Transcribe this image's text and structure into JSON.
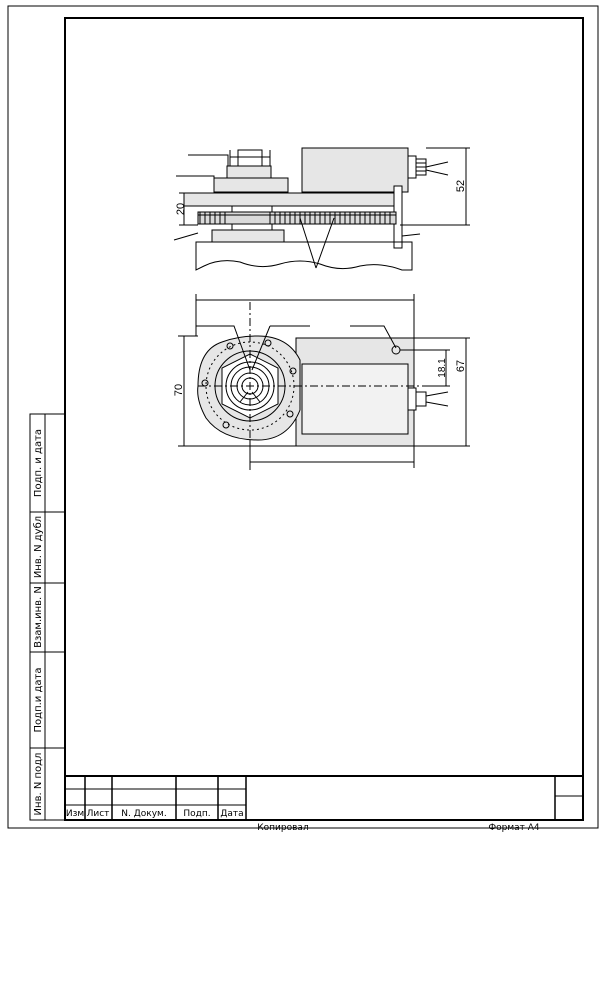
{
  "drawing": {
    "dimensions": {
      "top_view_height": "20",
      "top_view_right_height": "52",
      "plan_height": "70",
      "plan_offset": "18.1",
      "plan_right_height": "67"
    }
  },
  "side_strip": {
    "labels": [
      "Подп. и дата",
      "Инв. N дубл",
      "Взам.инв. N",
      "Подп.и дата",
      "Инв. N подл"
    ]
  },
  "title_block": {
    "columns": [
      "Изм",
      "Лист",
      "N. Докум.",
      "Подп.",
      "Дата"
    ],
    "copied_label": "Копировал",
    "format_label": "Формат А4"
  }
}
